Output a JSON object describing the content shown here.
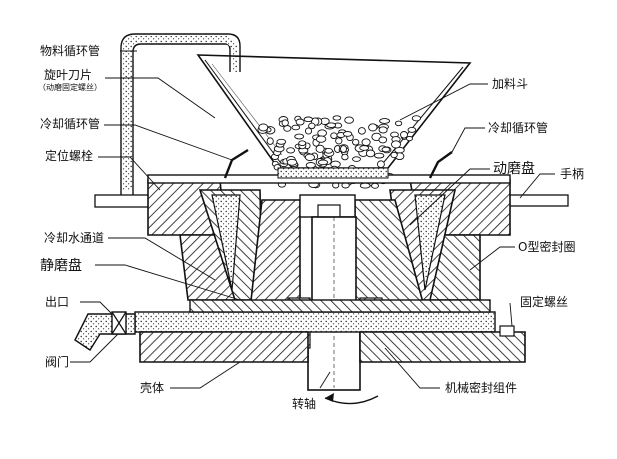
{
  "labels": {
    "material_pipe": "物料循环管",
    "blade": "旋叶刀片",
    "blade_note": "（动磨固定螺丝）",
    "cooling_pipe_left": "冷却循环管",
    "locating_bolt": "定位螺栓",
    "cooling_channel": "冷却水通道",
    "static_disc": "静磨盘",
    "outlet": "出口",
    "valve": "阀门",
    "shell": "壳体",
    "shaft": "转轴",
    "mech_seal": "机械密封组件",
    "hopper": "加料斗",
    "cooling_pipe_right": "冷却循环管",
    "moving_disc": "动磨盘",
    "handle": "手柄",
    "oring": "O型密封圈",
    "fix_screw": "固定螺丝"
  },
  "colors": {
    "ink": "#111111",
    "paper": "#ffffff",
    "material": "#d8d8d8"
  }
}
